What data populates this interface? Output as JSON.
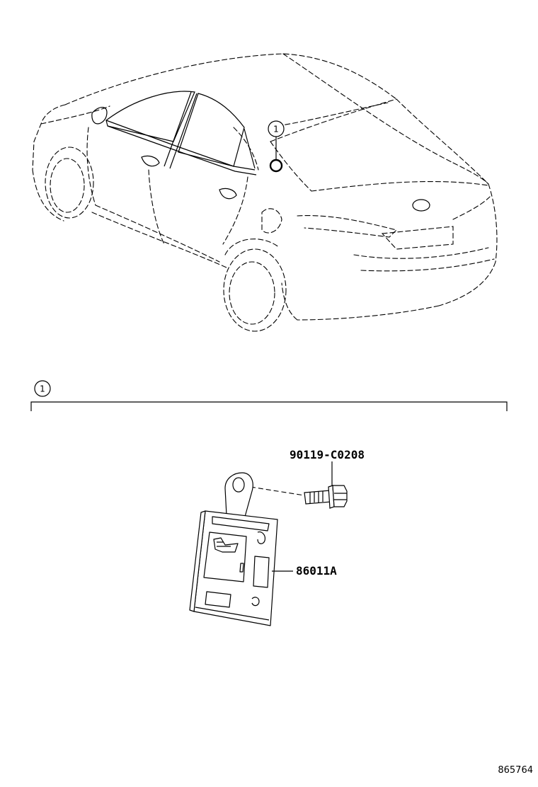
{
  "callouts": {
    "vehicle_callout": "1",
    "section_callout": "1"
  },
  "parts": {
    "bolt_part_number": "90119-C0208",
    "module_part_number": "86011A"
  },
  "diagram_ref": "865764",
  "colors": {
    "line": "#000000",
    "background": "#ffffff"
  }
}
